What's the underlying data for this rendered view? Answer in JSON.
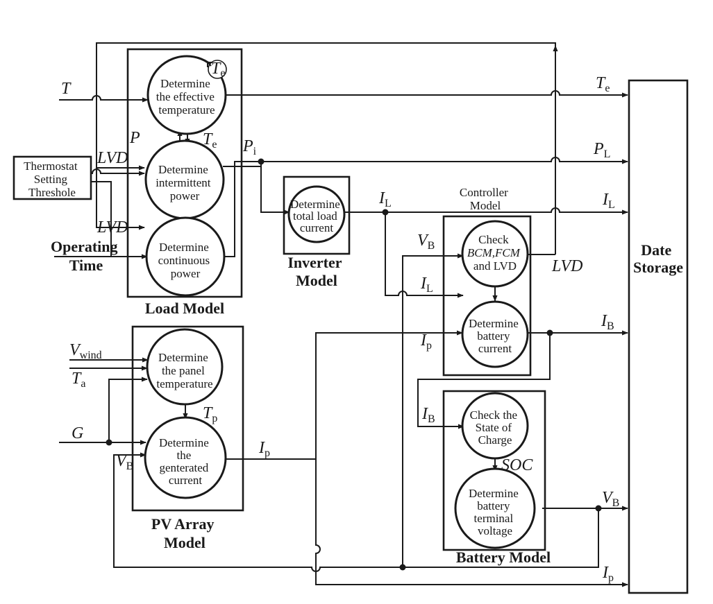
{
  "blocks": {
    "load_model": "Load Model",
    "inverter_model": [
      "Inverter",
      "Model"
    ],
    "controller_model": [
      "Controller",
      "Model"
    ],
    "pv_array_model": [
      "PV Array",
      "Model"
    ],
    "battery_model": "Battery Model",
    "date_storage": [
      "Date",
      "Storage"
    ],
    "thermostat": [
      "Thermostat",
      "Setting",
      "Threshole"
    ],
    "operating_time": [
      "Operating",
      "Time"
    ]
  },
  "processes": {
    "effective_temp": [
      "Determine",
      "the effective",
      "temperature"
    ],
    "intermittent_power": [
      "Determine",
      "intermittent",
      "power"
    ],
    "continuous_power": [
      "Determine",
      "continuous",
      "power"
    ],
    "total_load_current": [
      "Determine",
      "total load",
      "current"
    ],
    "check_bcm_fcm_lvd": [
      "Check",
      "BCM,FCM",
      "and LVD"
    ],
    "battery_current": [
      "Determine",
      "battery",
      "current"
    ],
    "panel_temperature": [
      "Determine",
      "the panel",
      "temperature"
    ],
    "generated_current": [
      "Determine",
      "the",
      "genterated",
      "current"
    ],
    "state_of_charge": [
      "Check the",
      "State of",
      "Charge"
    ],
    "terminal_voltage": [
      "Determine",
      "battery",
      "terminal",
      "voltage"
    ]
  },
  "signals": {
    "T": "T",
    "P": "P",
    "LVD": "LVD",
    "G": "G",
    "SOC": "SOC",
    "Te": {
      "main": "T",
      "sub": "e"
    },
    "Pi": {
      "main": "P",
      "sub": "i"
    },
    "PL": {
      "main": "P",
      "sub": "L"
    },
    "IL": {
      "main": "I",
      "sub": "L"
    },
    "IB": {
      "main": "I",
      "sub": "B"
    },
    "Ip": {
      "main": "I",
      "sub": "p"
    },
    "VB": {
      "main": "V",
      "sub": "B"
    },
    "Ta": {
      "main": "T",
      "sub": "a"
    },
    "Tp": {
      "main": "T",
      "sub": "p"
    },
    "Vwind": {
      "main": "V",
      "sub": "wind"
    }
  }
}
